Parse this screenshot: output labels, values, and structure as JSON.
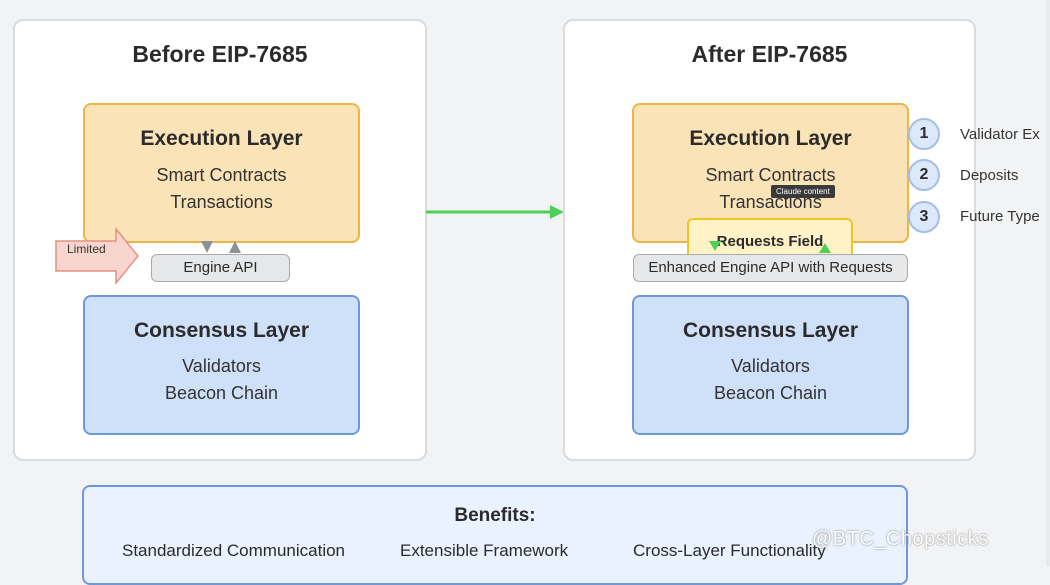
{
  "before": {
    "title": "Before EIP-7685",
    "execution": {
      "title": "Execution Layer",
      "lines": [
        "Smart Contracts",
        "Transactions"
      ]
    },
    "api_label": "Engine API",
    "limited_label": "Limited",
    "consensus": {
      "title": "Consensus Layer",
      "lines": [
        "Validators",
        "Beacon Chain"
      ]
    }
  },
  "after": {
    "title": "After EIP-7685",
    "execution": {
      "title": "Execution Layer",
      "lines": [
        "Smart Contracts",
        "Transactions"
      ]
    },
    "requests_label": "Requests Field",
    "api_label": "Enhanced Engine API with Requests",
    "tooltip": "Claude content",
    "consensus": {
      "title": "Consensus Layer",
      "lines": [
        "Validators",
        "Beacon Chain"
      ]
    },
    "request_types": [
      {
        "num": "1",
        "label": "Validator Ex"
      },
      {
        "num": "2",
        "label": "Deposits"
      },
      {
        "num": "3",
        "label": "Future Type"
      }
    ]
  },
  "benefits": {
    "title": "Benefits:",
    "items": [
      "Standardized Communication",
      "Extensible Framework",
      "Cross-Layer Functionality"
    ]
  },
  "watermark": "@BTC_Chopsticks",
  "colors": {
    "exec_fill": "#fbe3b8",
    "exec_border": "#edb54a",
    "cons_fill": "#cfe0f9",
    "cons_border": "#6f98dc",
    "transition_arrow": "#4fcf5a",
    "requests_arrow": "#4fcf5a",
    "limited_arrow": "#f6c9c0"
  }
}
